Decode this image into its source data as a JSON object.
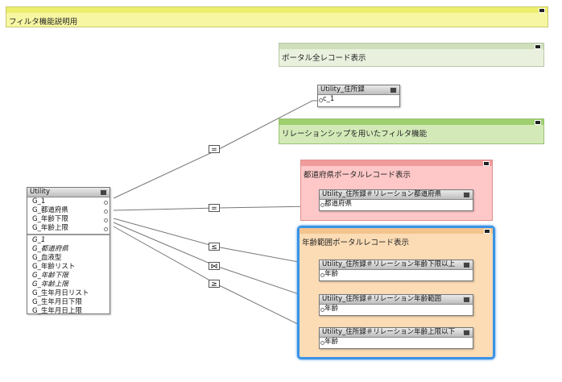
{
  "notes": {
    "filter": "フィルタ機能説明用",
    "portal_all": "ポータル全レコード表示",
    "relationship": "リレーションシップを用いたフィルタ機能",
    "pref_portal": "都道府県ポータルレコード表示",
    "age_portal": "年齢範囲ポータルレコード表示"
  },
  "utility": {
    "title": "Utility",
    "match_fields": [
      "G_1",
      "G_都道府県",
      "G_年齢下限",
      "G_年齢上限"
    ],
    "other_fields": [
      "G_1",
      "G_都道府県",
      "G_血液型",
      "G_年齢リスト",
      "G_年齢下限",
      "G_年齢上限",
      "G_生年月日リスト",
      "G_生年月日下限",
      "G_生年月日上限"
    ]
  },
  "tables": {
    "jusho": {
      "title": "Utility_住所録",
      "field": "c_1"
    },
    "pref": {
      "title": "Utility_住所録＃リレーション都道府県",
      "field": "都道府県"
    },
    "age_min": {
      "title": "Utility_住所録＃リレーション年齢下限以上",
      "field": "年齢"
    },
    "age_range": {
      "title": "Utility_住所録＃リレーション年齢範囲",
      "field": "年齢"
    },
    "age_max": {
      "title": "Utility_住所録＃リレーション年齢上限以下",
      "field": "年齢"
    }
  },
  "operators": {
    "eq1": "=",
    "eq2": "=",
    "lte": "≤",
    "cross": "⋈",
    "gte": "≥"
  },
  "colors": {
    "yellow": "#f7f7a3",
    "green": "#dcebc9",
    "pink": "#ffc2c2",
    "orange": "#fbdcb5",
    "highlight": "#3a93e6"
  }
}
